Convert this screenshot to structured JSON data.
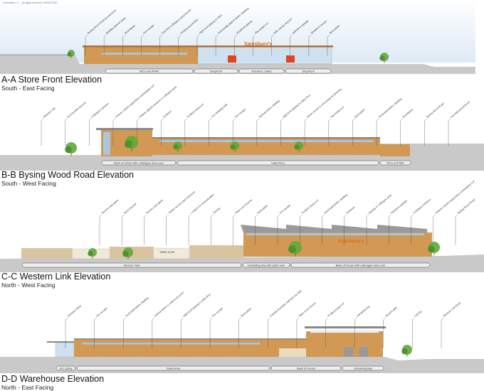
{
  "copyright": "Information. © ... All rights reserved. 0100017282",
  "brand_sign": "Sainsbury's",
  "colors": {
    "timber": "#d39a55",
    "ground": "#c9c9c9",
    "glazing": "#a9c6de",
    "brand": "#e06a14",
    "foliage": "#5fa83a"
  },
  "elevations": [
    {
      "title": "A-A Store Front Elevation",
      "subtitle": "South - East Facing",
      "zones": [
        "WCs and ATMs",
        "Shopfront",
        "Entrance Lobby",
        "Shopfront"
      ],
      "annotations": [
        "Bysing Wood Road ground level",
        "Building spaced away",
        "Boundaries",
        "Fire escape",
        "First floor colleague area beyond",
        "Existing ground line",
        "High level glazing to WCs",
        "Horizontally glazed timber cladding",
        "Shopfront glazing",
        "Flat metal roof",
        "Side canopy beyond",
        "Indicative signage",
        "Shopfront canopy",
        "Brick plinth"
      ]
    },
    {
      "title": "B-B Bysing Wood Road Elevation",
      "subtitle": "South - West Facing",
      "zones": [
        "Back of house with colleague area over",
        "Sales floor",
        "WCs & ATMS"
      ],
      "annotations": [
        "Western Link",
        "Roof profiles beyond",
        "Colleague entrance",
        "Feature column supporting overhanging roof",
        "Feature glazed entrance to colleague area",
        "Surfaces",
        "Profiled metal roof",
        "Low retaining wall",
        "Fire escape",
        "Vertical timber cladding",
        "High level glazing to sales floor",
        "Green screen to encourage biodiversity",
        "Flat metal roof",
        "Brick plinth",
        "Horizontal timber cladding",
        "Boundaries",
        "Bysing Wood Road",
        "Car park ground level"
      ]
    },
    {
      "title": "C-C Western Link Elevation",
      "subtitle": "North - West Facing",
      "zones": [
        "Service Yard",
        "Unloading bay with plant over",
        "Back of house with colleague area over"
      ],
      "yard_label": "YARD 6.0M",
      "annotations": [
        "Service yard gates",
        "Store beyond",
        "Service yard gates",
        "Timber service yard enclosure",
        "Location for external plant",
        "Canopy",
        "Plant room louvres",
        "Brick plinth",
        "Fire escape",
        "Profiled metal roof",
        "Horizontal timber cladding",
        "Surfaces",
        "Glazing to colleague area",
        "Indicative signage",
        "Colleague entrance",
        "Feature column supporting overhanging roof",
        "Bysing Wood Road"
      ]
    },
    {
      "title": "D-D Warehouse Elevation",
      "subtitle": "North - East Facing",
      "zones": [
        "Ent Lobby",
        "Sales Area",
        "Back of House",
        "Unloading Bay"
      ],
      "annotations": [
        "Entrance lobby",
        "Fire escape",
        "Horizontal timber cladding",
        "Vertical timber to relieve structure",
        "High level glazing to sales floor",
        "Fire escape",
        "Brick plinth",
        "Existing boundary wall and car park",
        "Plant room louvres",
        "Profiled metal roof",
        "Unloading bay",
        "Dock leveller",
        "Canopy",
        "Western Link Road"
      ]
    }
  ]
}
